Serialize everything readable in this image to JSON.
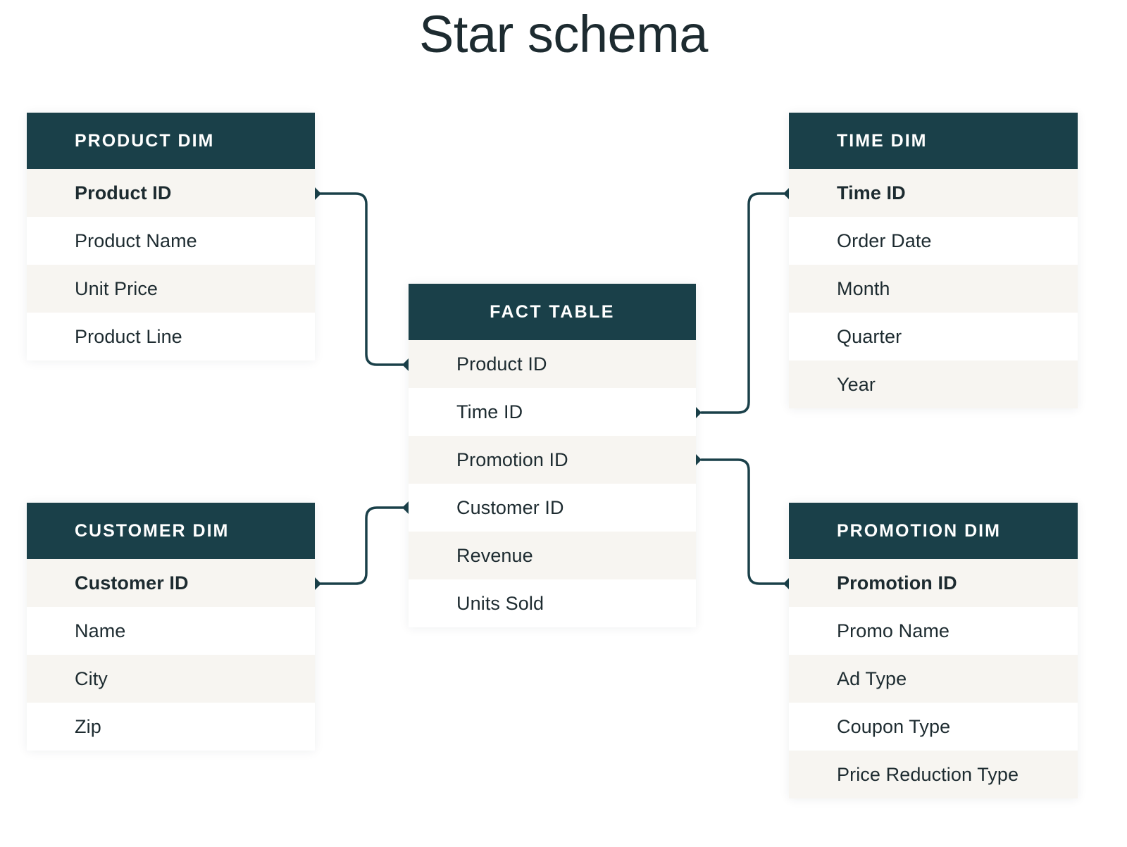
{
  "title": "Star schema",
  "colors": {
    "header_bg": "#1a4049",
    "header_text": "#ffffff",
    "row_alt_bg": "#f7f5f1",
    "row_bg": "#ffffff",
    "text": "#1d2b30",
    "connector": "#1a4049",
    "page_bg": "#ffffff"
  },
  "tables": [
    {
      "id": "product-dim",
      "title": "PRODUCT DIM",
      "header_align": "left",
      "fields": [
        {
          "label": "Product ID",
          "key": true
        },
        {
          "label": "Product Name",
          "key": false
        },
        {
          "label": "Unit Price",
          "key": false
        },
        {
          "label": "Product Line",
          "key": false
        }
      ]
    },
    {
      "id": "time-dim",
      "title": "TIME DIM",
      "header_align": "left",
      "fields": [
        {
          "label": "Time ID",
          "key": true
        },
        {
          "label": "Order Date",
          "key": false
        },
        {
          "label": "Month",
          "key": false
        },
        {
          "label": "Quarter",
          "key": false
        },
        {
          "label": "Year",
          "key": false
        }
      ]
    },
    {
      "id": "fact-table",
      "title": "FACT TABLE",
      "header_align": "center",
      "fields": [
        {
          "label": "Product ID",
          "key": false
        },
        {
          "label": "Time ID",
          "key": false
        },
        {
          "label": "Promotion ID",
          "key": false
        },
        {
          "label": "Customer ID",
          "key": false
        },
        {
          "label": "Revenue",
          "key": false
        },
        {
          "label": "Units Sold",
          "key": false
        }
      ]
    },
    {
      "id": "customer-dim",
      "title": "CUSTOMER DIM",
      "header_align": "left",
      "fields": [
        {
          "label": "Customer ID",
          "key": true
        },
        {
          "label": "Name",
          "key": false
        },
        {
          "label": "City",
          "key": false
        },
        {
          "label": "Zip",
          "key": false
        }
      ]
    },
    {
      "id": "promotion-dim",
      "title": "PROMOTION DIM",
      "header_align": "left",
      "fields": [
        {
          "label": "Promotion ID",
          "key": true
        },
        {
          "label": "Promo Name",
          "key": false
        },
        {
          "label": "Ad Type",
          "key": false
        },
        {
          "label": "Coupon Type",
          "key": false
        },
        {
          "label": "Price Reduction Type",
          "key": false
        }
      ]
    }
  ],
  "relationships": [
    {
      "id": "product-to-fact",
      "from": "PRODUCT DIM.Product ID",
      "to": "FACT TABLE.Product ID"
    },
    {
      "id": "time-to-fact",
      "from": "TIME DIM.Time ID",
      "to": "FACT TABLE.Time ID"
    },
    {
      "id": "promotion-to-fact",
      "from": "PROMOTION DIM.Promotion ID",
      "to": "FACT TABLE.Promotion ID"
    },
    {
      "id": "customer-to-fact",
      "from": "CUSTOMER DIM.Customer ID",
      "to": "FACT TABLE.Customer ID"
    }
  ]
}
